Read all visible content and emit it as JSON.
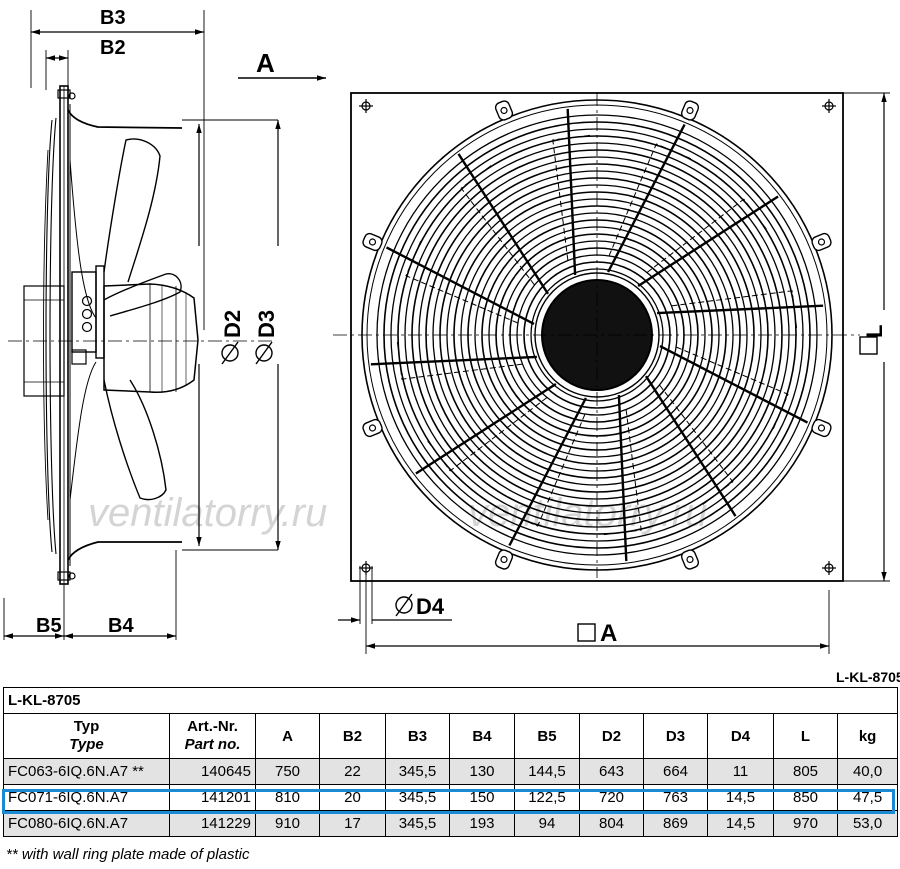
{
  "drawing": {
    "labels": {
      "b3": "B3",
      "b2": "B2",
      "a_arrow": "A",
      "d2": "D2",
      "d3": "D3",
      "b5": "B5",
      "b4": "B4",
      "l": "L",
      "d4": "D4",
      "a_bottom": "A",
      "drawing_id": "L-KL-8705"
    },
    "watermark": "ventilatorry.ru"
  },
  "table": {
    "title": "L-KL-8705",
    "headers": {
      "typ": "Typ",
      "type": "Type",
      "artnr": "Art.-Nr.",
      "partno": "Part no.",
      "cols": [
        "A",
        "B2",
        "B3",
        "B4",
        "B5",
        "D2",
        "D3",
        "D4",
        "L",
        "kg"
      ]
    },
    "rows": [
      {
        "type": "FC063-6IQ.6N.A7 **",
        "art": "140645",
        "values": [
          "750",
          "22",
          "345,5",
          "130",
          "144,5",
          "643",
          "664",
          "11",
          "805",
          "40,0"
        ]
      },
      {
        "type": "FC071-6IQ.6N.A7",
        "art": "141201",
        "values": [
          "810",
          "20",
          "345,5",
          "150",
          "122,5",
          "720",
          "763",
          "14,5",
          "850",
          "47,5"
        ]
      },
      {
        "type": "FC080-6IQ.6N.A7",
        "art": "141229",
        "values": [
          "910",
          "17",
          "345,5",
          "193",
          "94",
          "804",
          "869",
          "14,5",
          "970",
          "53,0"
        ]
      }
    ],
    "footnote": "** with wall ring plate made of plastic"
  }
}
